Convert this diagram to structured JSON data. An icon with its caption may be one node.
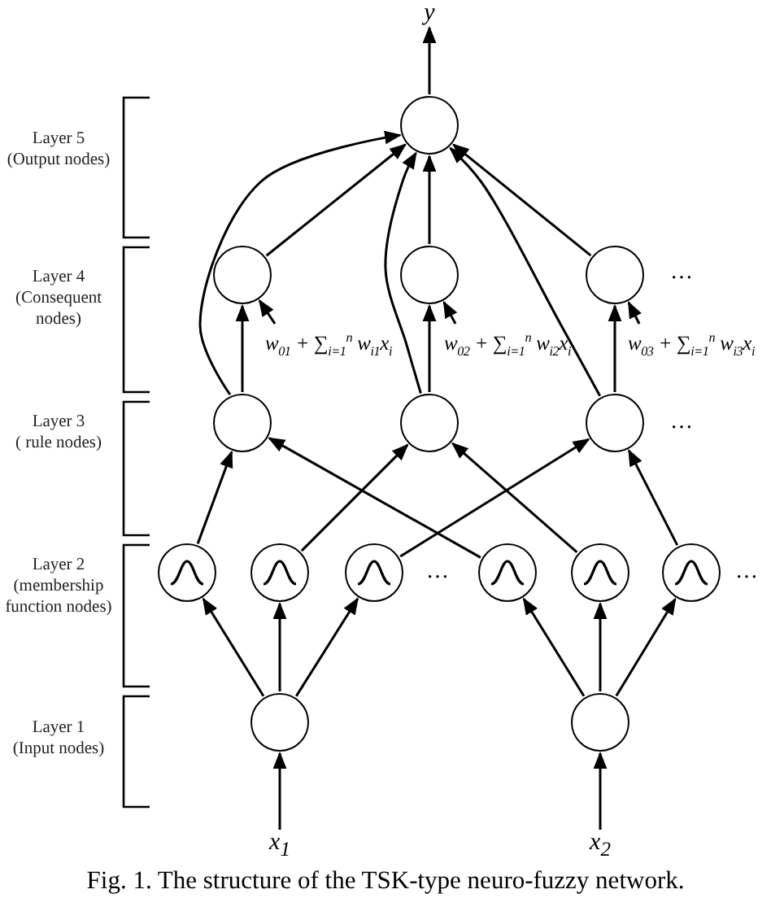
{
  "diagram": {
    "caption": "Fig. 1. The structure of the TSK-type neuro-fuzzy network.",
    "nodes": [
      {
        "text": [
          "y"
        ]
      },
      {
        "text": [],
        "shape": "circle"
      },
      {
        "text": [],
        "shape": "circle"
      },
      {
        "text": [],
        "shape": "circle"
      },
      {
        "text": [],
        "shape": "circle"
      },
      {
        "text": [
          "w$_{01}$ + ∑$_{i=1}$$^{n}$ w$_{i1}$x$_{i}$"
        ]
      },
      {
        "text": [
          "w$_{02}$ + ∑$_{i=1}$$^{n}$ w$_{i2}$x$_{i}$"
        ]
      },
      {
        "text": [
          "w$_{03}$ + ∑$_{i=1}$$^{n}$ w$_{i3}$x$_{i}$"
        ]
      },
      {
        "text": [],
        "shape": "circle"
      },
      {
        "text": [],
        "shape": "circle"
      },
      {
        "text": [],
        "shape": "circle"
      },
      {
        "text": [],
        "shape": "circle"
      },
      {
        "text": [],
        "shape": "circle"
      },
      {
        "text": [],
        "shape": "circle"
      },
      {
        "text": [],
        "shape": "circle"
      },
      {
        "text": [],
        "shape": "circle"
      },
      {
        "text": [],
        "shape": "circle"
      },
      {
        "text": [],
        "shape": "circle"
      },
      {
        "text": [],
        "shape": "circle"
      },
      {
        "text": [
          "x$_{1}$"
        ]
      },
      {
        "text": [
          "x$_{2}$"
        ]
      }
    ],
    "edges": [
      {
        "from": 1,
        "to": 0,
        "arrow": "to"
      },
      {
        "from": 2,
        "to": 1,
        "arrow": "to"
      },
      {
        "from": 3,
        "to": 1,
        "arrow": "to"
      },
      {
        "from": 4,
        "to": 1,
        "arrow": "to"
      },
      {
        "from": 8,
        "to": 1,
        "arrow": "to"
      },
      {
        "from": 9,
        "to": 1,
        "arrow": "to"
      },
      {
        "from": 10,
        "to": 1,
        "arrow": "to"
      },
      {
        "from": 5,
        "to": 2,
        "arrow": "to"
      },
      {
        "from": 6,
        "to": 3,
        "arrow": "to"
      },
      {
        "from": 7,
        "to": 4,
        "arrow": "to"
      },
      {
        "from": 8,
        "to": 2,
        "arrow": "to"
      },
      {
        "from": 9,
        "to": 3,
        "arrow": "to"
      },
      {
        "from": 10,
        "to": 4,
        "arrow": "to"
      },
      {
        "from": 11,
        "to": 8,
        "arrow": "to"
      },
      {
        "from": 14,
        "to": 8,
        "arrow": "to"
      },
      {
        "from": 12,
        "to": 9,
        "arrow": "to"
      },
      {
        "from": 15,
        "to": 9,
        "arrow": "to"
      },
      {
        "from": 13,
        "to": 10,
        "arrow": "to"
      },
      {
        "from": 16,
        "to": 10,
        "arrow": "to"
      },
      {
        "from": 17,
        "to": 11,
        "arrow": "to"
      },
      {
        "from": 17,
        "to": 12,
        "arrow": "to"
      },
      {
        "from": 17,
        "to": 13,
        "arrow": "to"
      },
      {
        "from": 18,
        "to": 14,
        "arrow": "to"
      },
      {
        "from": 18,
        "to": 15,
        "arrow": "to"
      },
      {
        "from": 18,
        "to": 16,
        "arrow": "to"
      },
      {
        "from": 19,
        "to": 17,
        "arrow": "to"
      },
      {
        "from": 20,
        "to": 18,
        "arrow": "to"
      }
    ],
    "labels": [
      "Layer 5",
      "(Output nodes)",
      "Layer 4",
      "(Consequent nodes)",
      "…",
      "Layer 3",
      "( rule nodes)",
      "…",
      "Layer 2",
      "(membership function nodes)",
      "…",
      "…",
      "Layer 1",
      "(Input nodes)"
    ]
  }
}
